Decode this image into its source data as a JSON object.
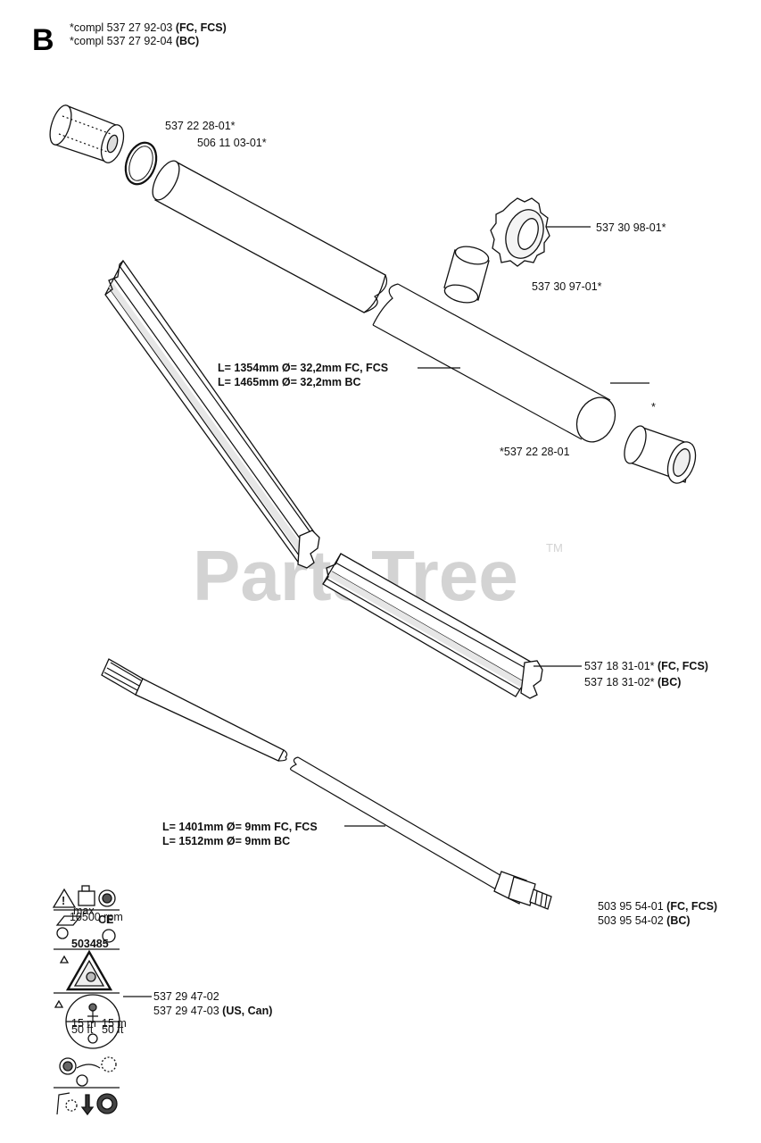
{
  "section": {
    "letter": "B",
    "kit_lines": [
      {
        "prefix": "*compl 537 27 92-03 ",
        "suffix": "(FC, FCS)"
      },
      {
        "prefix": "*compl 537 27 92-04 ",
        "suffix": "(BC)"
      }
    ]
  },
  "watermark": {
    "text": "PartsTree",
    "tm": "TM"
  },
  "callouts": {
    "cap_top": "537 22 28-01*",
    "oring": "506 11 03-01*",
    "nut": "537 30 98-01*",
    "bushing": "537 30 97-01*",
    "tube_end_star": "*",
    "cap_bottom": "*537 22 28-01",
    "tube_len_1": "L= 1354mm Ø= 32,2mm FC, FCS",
    "tube_len_2": "L= 1465mm Ø= 32,2mm BC",
    "liner_1_num": "537 18 31-01*",
    "liner_1_sfx": " (FC, FCS)",
    "liner_2_num": "537 18 31-02*",
    "liner_2_sfx": "  (BC)",
    "shaft_len_1": "L= 1401mm Ø= 9mm FC, FCS",
    "shaft_len_2": "L= 1512mm Ø= 9mm BC",
    "shaft_1_num": "503 95 54-01 ",
    "shaft_1_sfx": "(FC, FCS)",
    "shaft_2_num": "503 95 54-02 ",
    "shaft_2_sfx": "(BC)",
    "decal_1": "537 29 47-02",
    "decal_2_num": "537 29 47-03 ",
    "decal_2_sfx": "(US, Can)"
  },
  "decal_text": {
    "rpm_max": "max",
    "rpm_value": "10500 rpm",
    "ce": "CE",
    "code": "503485",
    "dist_left": "15 m",
    "dist_right": "15 m",
    "dist_ft_left": "50 ft",
    "dist_ft_right": "50 ft"
  }
}
